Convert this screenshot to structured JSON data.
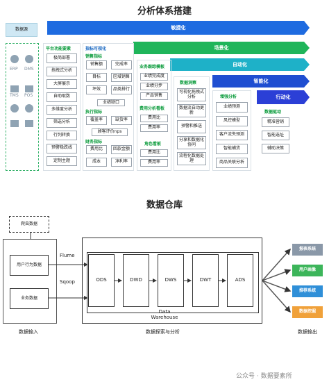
{
  "title": "分析体系搭建",
  "datasource": {
    "label": "数据源",
    "items": [
      "ERP",
      "DMS",
      "TMS",
      "POS"
    ]
  },
  "bands": [
    "敏捷化",
    "场景化",
    "自动化",
    "智能化",
    "行动化"
  ],
  "band_colors": [
    "#1e6be0",
    "#1fb55a",
    "#1eb1c8",
    "#1f4ed1",
    "#2b3fd6"
  ],
  "col1": {
    "head": "平台功能要素",
    "items": [
      "极简部署",
      "拖拽式分析",
      "大屏展示",
      "自助取数",
      "多维度分析",
      "筛选分析",
      "行列转换",
      "预警稳跌线",
      "定制主题"
    ]
  },
  "col2": {
    "head": "指标可视化",
    "sub1": "销售指标",
    "sub1_items": [
      "销售额",
      "完成率",
      "目标",
      "区域销售",
      "坪效",
      "品类排行"
    ],
    "sub1_last": "业绩缺口",
    "sub2": "执行指标",
    "sub2_items": [
      "覆盖率",
      "缺货率"
    ],
    "sub2_last": "顾客评价nps",
    "sub3": "财务指标",
    "sub3_items": [
      "费用比",
      "回款金额",
      "成本",
      "净利率"
    ]
  },
  "col3": {
    "head": "业务跟踪模板",
    "items1": [
      "业绩完成度",
      "业绩分步",
      "产品销售"
    ],
    "head2": "费用分析看板",
    "items2": [
      "费用比",
      "费用率"
    ],
    "head3": "角色看板",
    "items3": [
      "费用比",
      "费用率"
    ]
  },
  "col4": {
    "head": "数据洞察",
    "items": [
      "可视化拖拽式分析",
      "数据流自动更新",
      "预警和推送",
      "分享和数据化协同",
      "流程化数据处理"
    ]
  },
  "col5": {
    "head": "增强分析",
    "items": [
      "业绩预测",
      "风控模型",
      "客户流失预测",
      "智能補货",
      "商品关联分析"
    ]
  },
  "col6": {
    "head": "数据驱动",
    "items": [
      "精准营销",
      "智能选址",
      "辅助决策"
    ]
  },
  "warehouse": {
    "title": "数据仓库",
    "crawler": "爬虫数据",
    "inputs": [
      "用户行为数据",
      "业务数据"
    ],
    "flume": "Flume",
    "sqoop": "Sqoop",
    "layers": [
      "ODS",
      "DWD",
      "DWS",
      "DWT",
      "ADS"
    ],
    "dw_label": "Data\nWarehouse",
    "outputs": [
      "报表系统",
      "用户画像",
      "推荐系统",
      "数据挖掘"
    ],
    "output_colors": [
      "#8a98a8",
      "#3cb55a",
      "#2f8fd8",
      "#f0a13a"
    ],
    "captions": [
      "数据输入",
      "数据探索与分析",
      "数据输出"
    ]
  },
  "watermark": "公众号 · 数据要素所"
}
